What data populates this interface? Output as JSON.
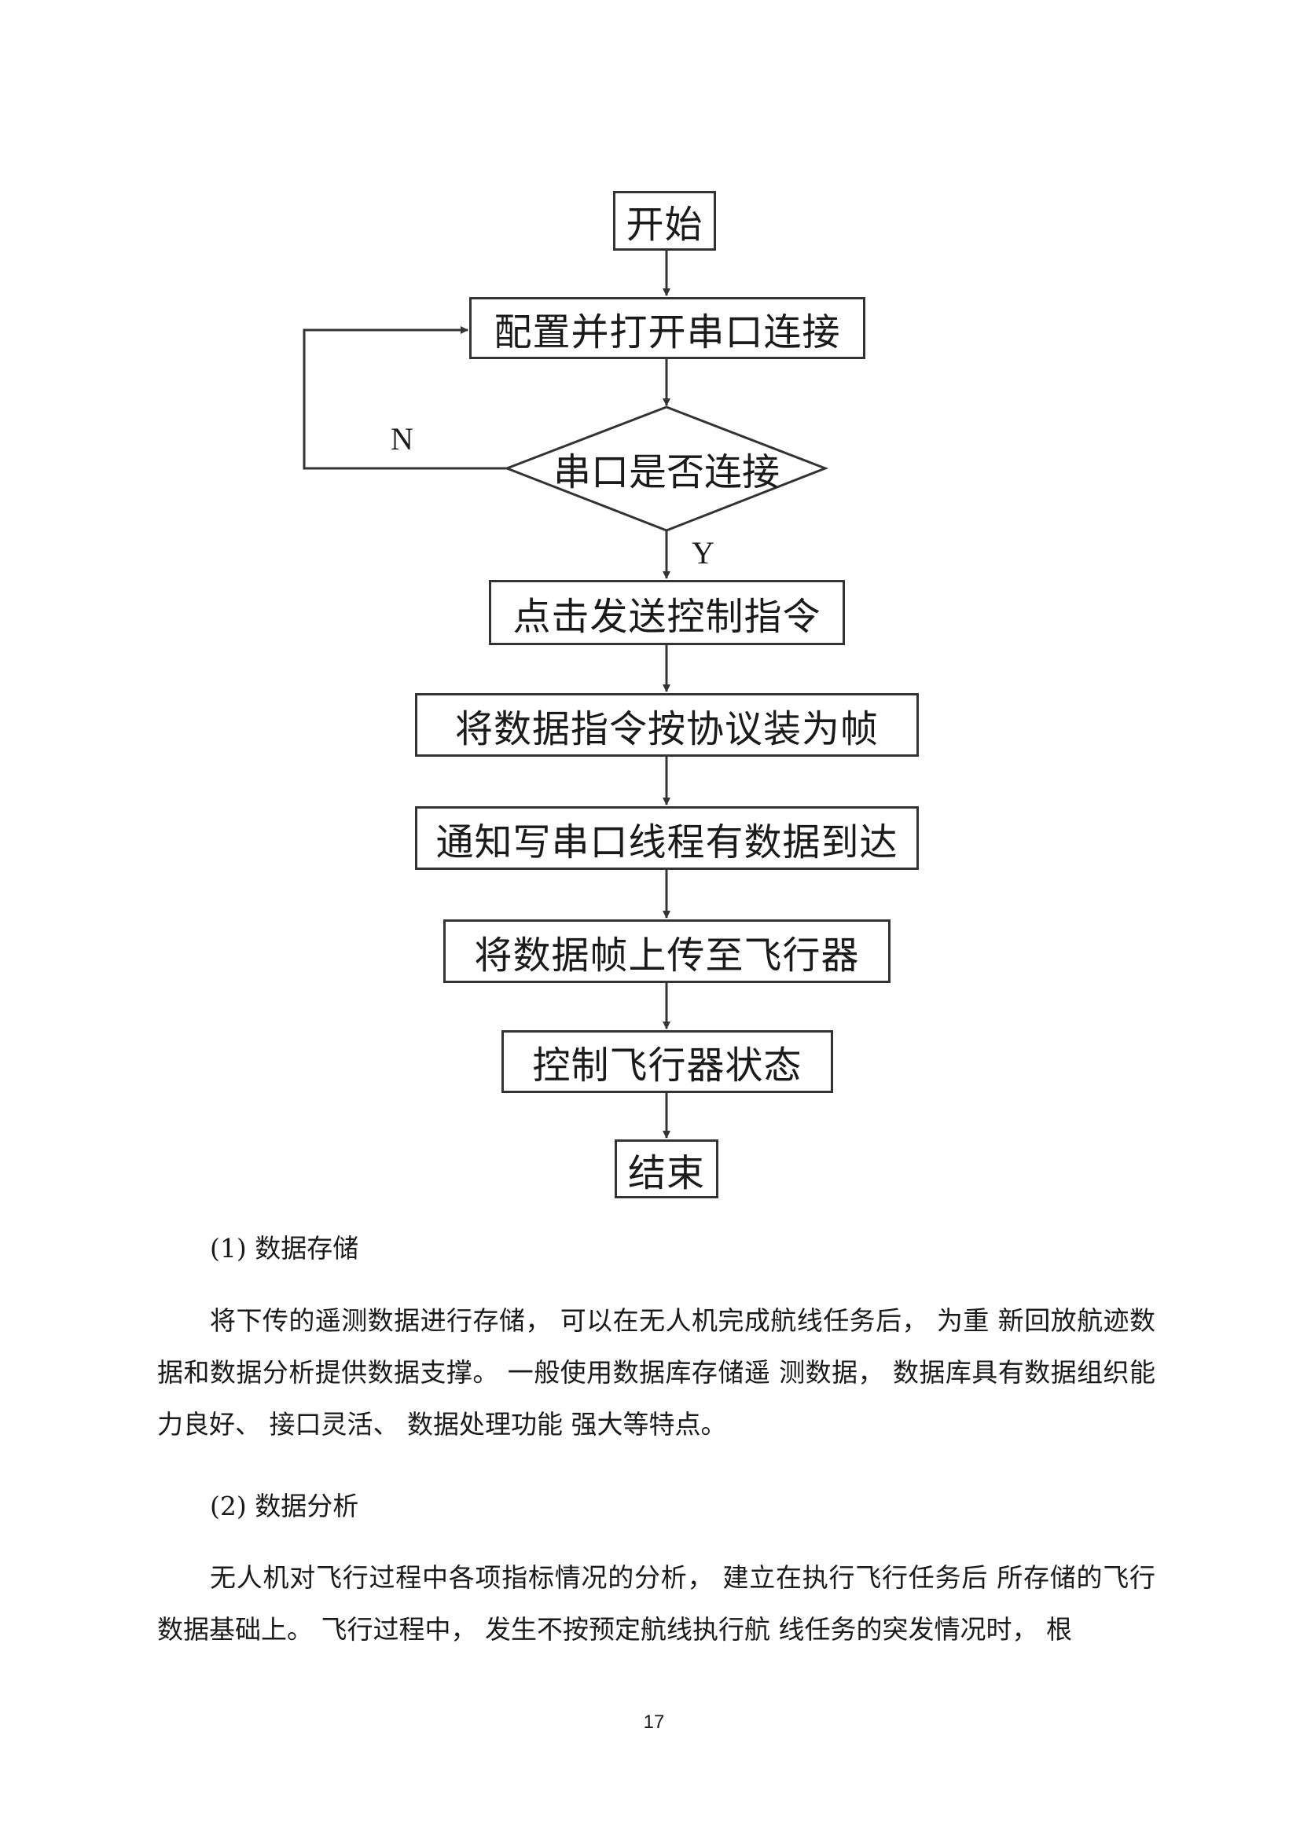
{
  "flowchart": {
    "start": "开始",
    "step_configure": "配置并打开串口连接",
    "decision": "串口是否连接",
    "label_no": "N",
    "label_yes": "Y",
    "step_click_send": "点击发送控制指令",
    "step_pack_frame": "将数据指令按协议装为帧",
    "step_notify": "通知写串口线程有数据到达",
    "step_upload": "将数据帧上传至飞行器",
    "step_control": "控制飞行器状态",
    "end": "结束"
  },
  "sections": [
    {
      "heading": "(1) 数据存储",
      "paragraph": "将下传的遥测数据进行存储， 可以在无人机完成航线任务后， 为重 新回放航迹数据和数据分析提供数据支撑。 一般使用数据库存储遥 测数据， 数据库具有数据组织能力良好、 接口灵活、 数据处理功能 强大等特点。"
    },
    {
      "heading": "(2) 数据分析",
      "paragraph": "无人机对飞行过程中各项指标情况的分析， 建立在执行飞行任务后 所存储的飞行数据基础上。 飞行过程中， 发生不按预定航线执行航 线任务的突发情况时， 根"
    }
  ],
  "page_number": "17"
}
